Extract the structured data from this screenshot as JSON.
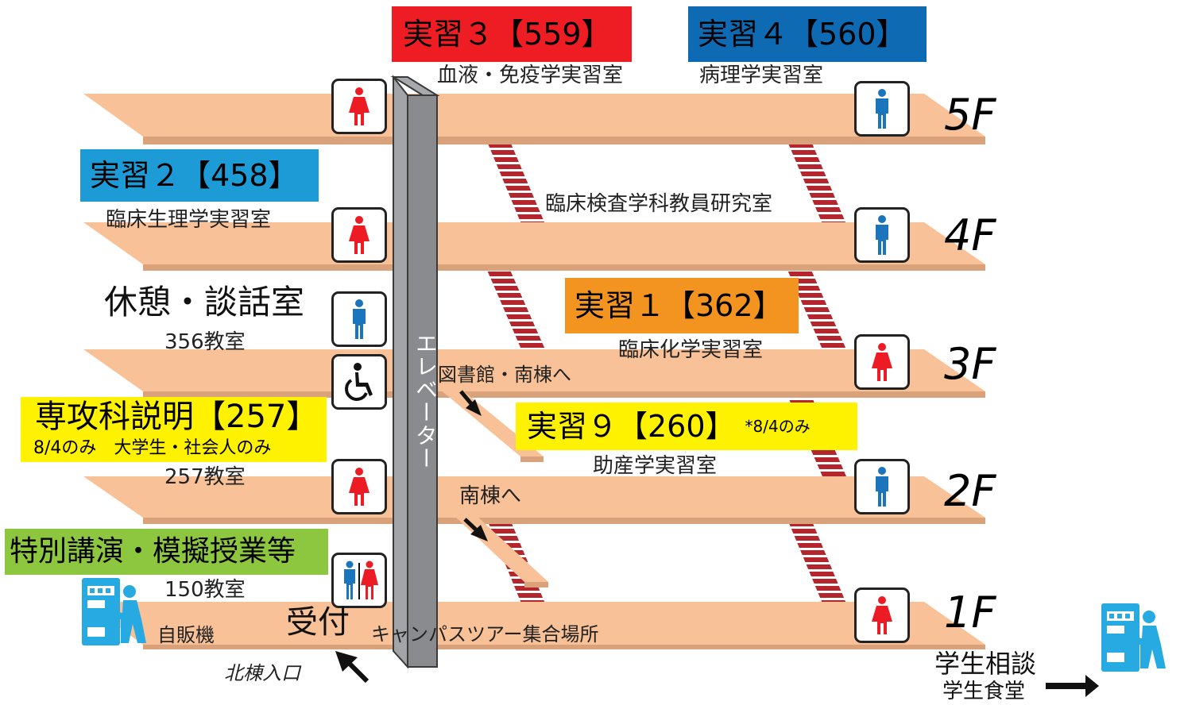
{
  "floors": [
    "5F",
    "4F",
    "3F",
    "2F",
    "1F"
  ],
  "elevator": "エレベーター",
  "labs": [
    {
      "title": "実習３【559】",
      "subtitle": "血液・免疫学実習室",
      "color": "#ee1d23"
    },
    {
      "title": "実習４【560】",
      "subtitle": "病理学実習室",
      "color": "#0d6ab3"
    },
    {
      "title": "実習２【458】",
      "subtitle": "臨床生理学実習室",
      "color": "#1d9bd7"
    },
    {
      "title": "実習１【362】",
      "subtitle": "臨床化学実習室",
      "color": "#f39421"
    },
    {
      "title": "実習９【260】",
      "note": "*8/4のみ",
      "subtitle": "助産学実習室",
      "color": "#fff200"
    }
  ],
  "rooms": {
    "faculty_office": "臨床検査学科教員研究室",
    "lounge_title": "休憩・談話室",
    "lounge_room": "356教室",
    "library_dir": "図書館・南棟へ",
    "major_title": "専攻科説明【257】",
    "major_note": "8/4のみ　大学生・社会人のみ",
    "major_room": "257教室",
    "south_dir": "南棟へ",
    "special_title": "特別講演・模擬授業等",
    "special_room": "150教室",
    "vending": "自販機",
    "reception": "受付",
    "meeting_point": "キャンパスツアー集合場所",
    "north_entrance": "北棟入口",
    "counseling": "学生相談",
    "cafeteria": "学生食堂"
  },
  "colors": {
    "floor": "#f8c197",
    "floor_edge": "#d9a27a",
    "stairs": "#b3262e",
    "elevator": "#8a8b8e",
    "male": "#1b75bc",
    "female": "#ed1c24",
    "vending": "#27a9e1",
    "special": "#8dc63f"
  },
  "icons": [
    "female-toilet-icon",
    "male-toilet-icon",
    "wheelchair-icon",
    "vending-machine-icon",
    "arrow-icon"
  ]
}
